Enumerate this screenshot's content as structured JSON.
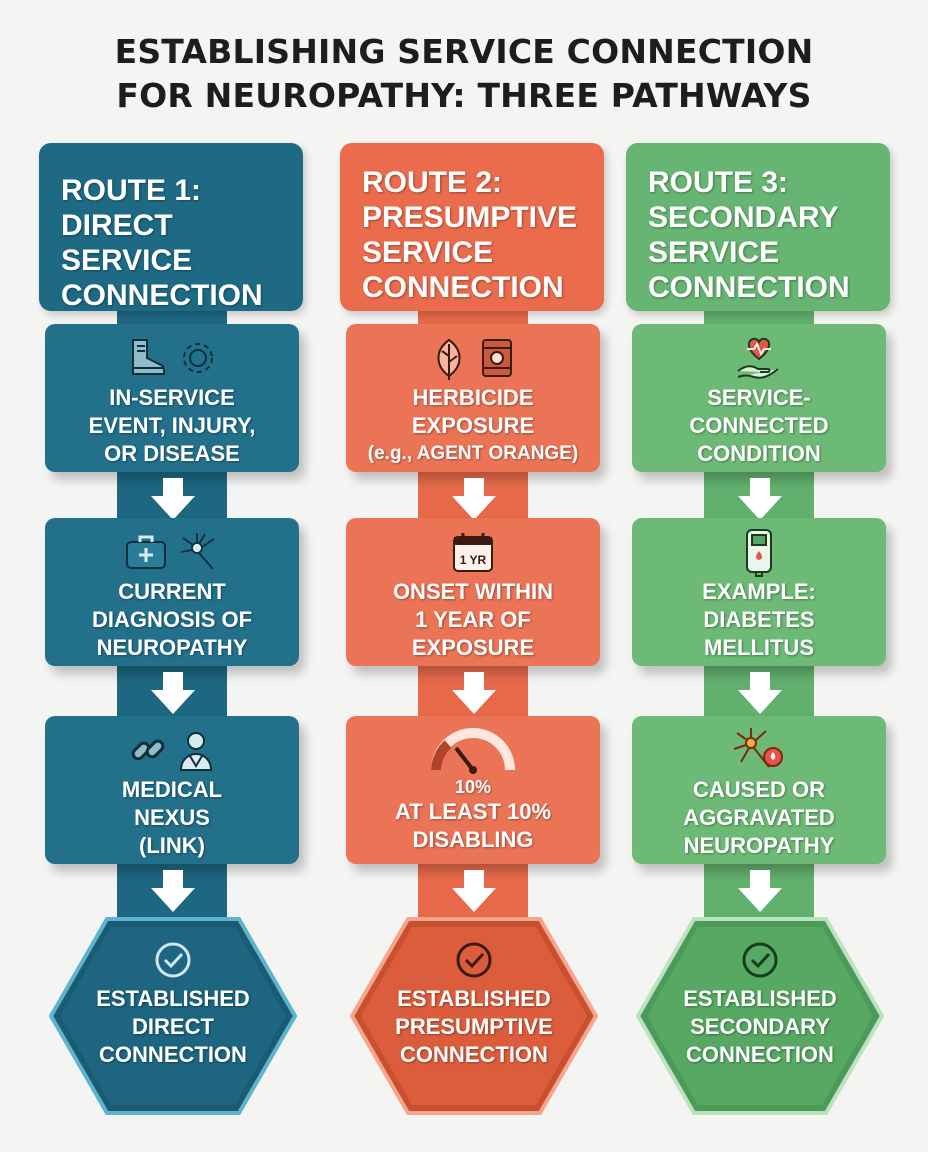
{
  "title": {
    "line1": "ESTABLISHING SERVICE CONNECTION",
    "line2": "FOR NEUROPATHY: THREE PATHWAYS"
  },
  "colors": {
    "route1": "#1e6a84",
    "route2": "#ea6c4c",
    "route3": "#67b572"
  },
  "routes": [
    {
      "header": [
        "ROUTE 1:",
        "DIRECT SERVICE",
        "CONNECTION"
      ],
      "steps": [
        {
          "icons": [
            "boot-icon",
            "gear-icon"
          ],
          "lines": [
            "IN-SERVICE",
            "EVENT, INJURY,",
            "OR DISEASE"
          ]
        },
        {
          "icons": [
            "medical-kit-icon",
            "nerve-cell-icon"
          ],
          "lines": [
            "CURRENT",
            "DIAGNOSIS OF",
            "NEUROPATHY"
          ]
        },
        {
          "icons": [
            "chain-link-icon",
            "doctor-icon"
          ],
          "lines": [
            "MEDICAL",
            "NEXUS",
            "(LINK)"
          ]
        }
      ],
      "result": [
        "ESTABLISHED",
        "DIRECT",
        "CONNECTION"
      ]
    },
    {
      "header": [
        "ROUTE 2:",
        "PRESUMPTIVE",
        "SERVICE",
        "CONNECTION"
      ],
      "steps": [
        {
          "icons": [
            "leaf-icon",
            "barrel-icon"
          ],
          "lines": [
            "HERBICIDE",
            "EXPOSURE",
            "(e.g., AGENT ORANGE)"
          ]
        },
        {
          "icons": [
            "calendar-icon"
          ],
          "icon_text": "1 YR",
          "lines": [
            "ONSET WITHIN",
            "1 YEAR OF",
            "EXPOSURE"
          ]
        },
        {
          "icons": [
            "gauge-icon"
          ],
          "lines": [
            "10%",
            "AT LEAST 10%",
            "DISABLING"
          ]
        }
      ],
      "result": [
        "ESTABLISHED",
        "PRESUMPTIVE",
        "CONNECTION"
      ]
    },
    {
      "header": [
        "ROUTE 3:",
        "SECONDARY",
        "SERVICE",
        "CONNECTION"
      ],
      "steps": [
        {
          "icons": [
            "hand-heart-icon"
          ],
          "lines": [
            "SERVICE-",
            "CONNECTED",
            "CONDITION"
          ]
        },
        {
          "icons": [
            "glucose-meter-icon"
          ],
          "lines": [
            "EXAMPLE:",
            "DIABETES",
            "MELLITUS"
          ]
        },
        {
          "icons": [
            "nerve-flame-icon"
          ],
          "lines": [
            "CAUSED OR",
            "AGGRAVATED",
            "NEUROPATHY"
          ]
        }
      ],
      "result": [
        "ESTABLISHED",
        "SECONDARY",
        "CONNECTION"
      ]
    }
  ]
}
